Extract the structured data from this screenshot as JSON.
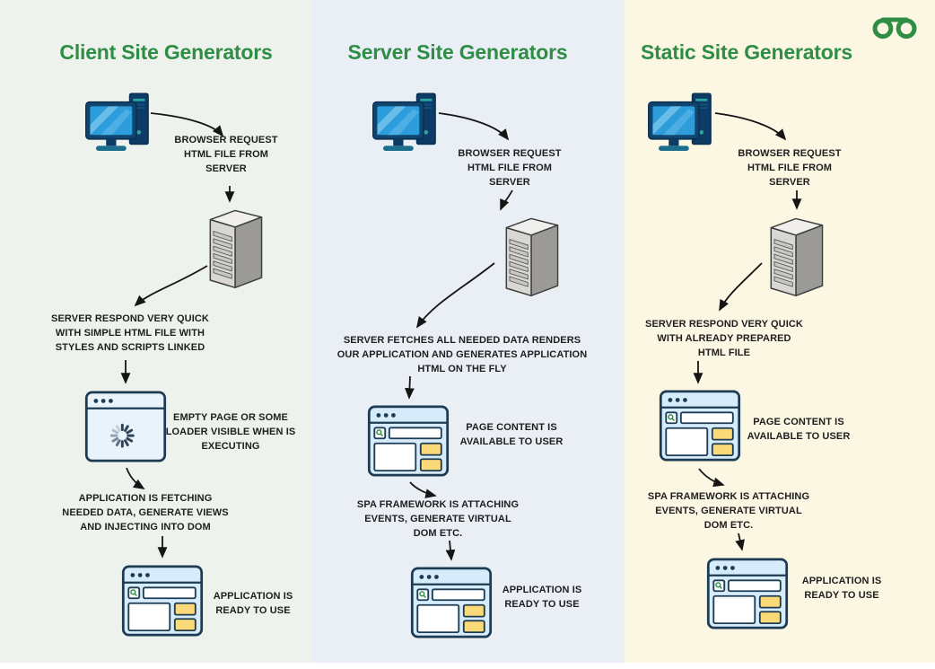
{
  "meta": {
    "brand_color": "#2f8d46",
    "column_backgrounds": [
      "#edf2ec",
      "#e9eff5",
      "#fbf7e3"
    ],
    "logo": "geeksforgeeks-logo"
  },
  "columns": [
    {
      "title": "Client Site Generators",
      "labels": {
        "request": "BROWSER REQUEST\nHTML FILE FROM\nSERVER",
        "server_response": "SERVER RESPOND VERY QUICK\nWITH SIMPLE HTML FILE WITH\nSTYLES AND SCRIPTS LINKED",
        "page_state": "EMPTY PAGE OR SOME\nLOADER VISIBLE WHEN IS\nEXECUTING",
        "processing": "APPLICATION IS FETCHING\nNEEDED DATA, GENERATE VIEWS\nAND INJECTING INTO DOM",
        "ready": "APPLICATION IS\nREADY TO USE"
      }
    },
    {
      "title": "Server Site Generators",
      "labels": {
        "request": "BROWSER REQUEST\nHTML FILE FROM\nSERVER",
        "server_response": "SERVER FETCHES ALL NEEDED DATA RENDERS\nOUR APPLICATION AND GENERATES APPLICATION\nHTML ON THE FLY",
        "page_state": "PAGE CONTENT IS\nAVAILABLE TO USER",
        "processing": "SPA FRAMEWORK IS ATTACHING\nEVENTS, GENERATE VIRTUAL\nDOM ETC.",
        "ready": "APPLICATION IS\nREADY TO USE"
      }
    },
    {
      "title": "Static Site Generators",
      "labels": {
        "request": "BROWSER REQUEST\nHTML FILE FROM\nSERVER",
        "server_response": "SERVER RESPOND VERY QUICK\nWITH ALREADY PREPARED\nHTML FILE",
        "page_state": "PAGE CONTENT IS\nAVAILABLE TO USER",
        "processing": "SPA FRAMEWORK IS ATTACHING\nEVENTS, GENERATE VIRTUAL\nDOM ETC.",
        "ready": "APPLICATION IS\nREADY TO USE"
      }
    }
  ]
}
